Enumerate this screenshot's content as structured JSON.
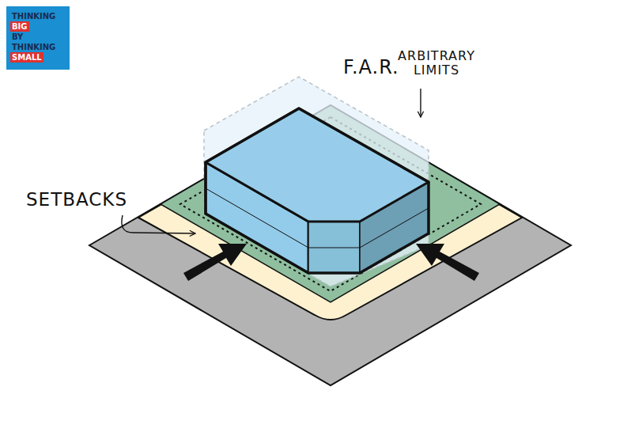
{
  "diagram": {
    "nodes": [
      {
        "text": [
          "THINKING",
          "BIG",
          "BY",
          "THINKING",
          "SMALL"
        ]
      }
    ],
    "labels": [
      "F.A.R.",
      "ARBITRARY LIMITS",
      "SETBACKS"
    ]
  }
}
